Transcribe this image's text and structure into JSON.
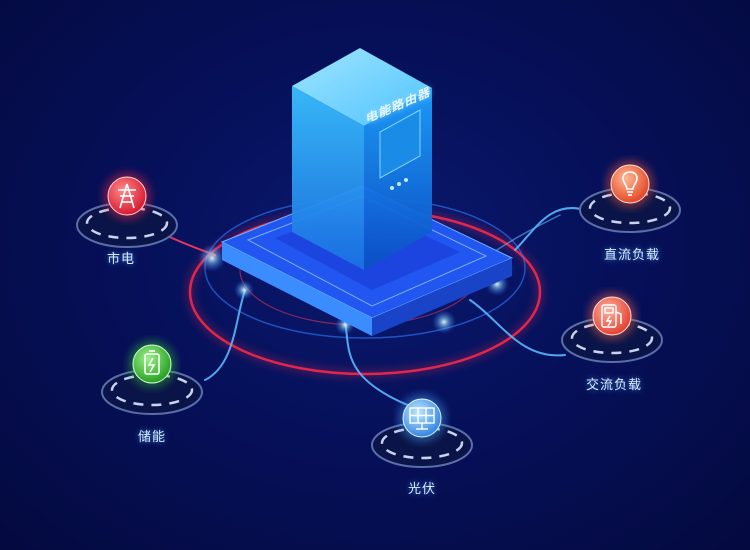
{
  "diagram": {
    "center_title": "电能路由器",
    "nodes": [
      {
        "id": "grid",
        "label": "市电",
        "icon": "power-tower-icon",
        "color": "#ff3a4a"
      },
      {
        "id": "storage",
        "label": "储能",
        "icon": "battery-icon",
        "color": "#34c43a"
      },
      {
        "id": "pv",
        "label": "光伏",
        "icon": "solar-panel-icon",
        "color": "#4aa9ff"
      },
      {
        "id": "ac-load",
        "label": "交流负载",
        "icon": "charging-station-icon",
        "color": "#ff6a4a"
      },
      {
        "id": "dc-load",
        "label": "直流负载",
        "icon": "light-bulb-icon",
        "color": "#ff5a3a"
      }
    ],
    "colors": {
      "background": "#06105a",
      "cabinet": "#2aa0f0",
      "platform": "#1c5cff",
      "ring_red": "#ff2a4a",
      "link_blue": "#5ab8ff"
    }
  }
}
